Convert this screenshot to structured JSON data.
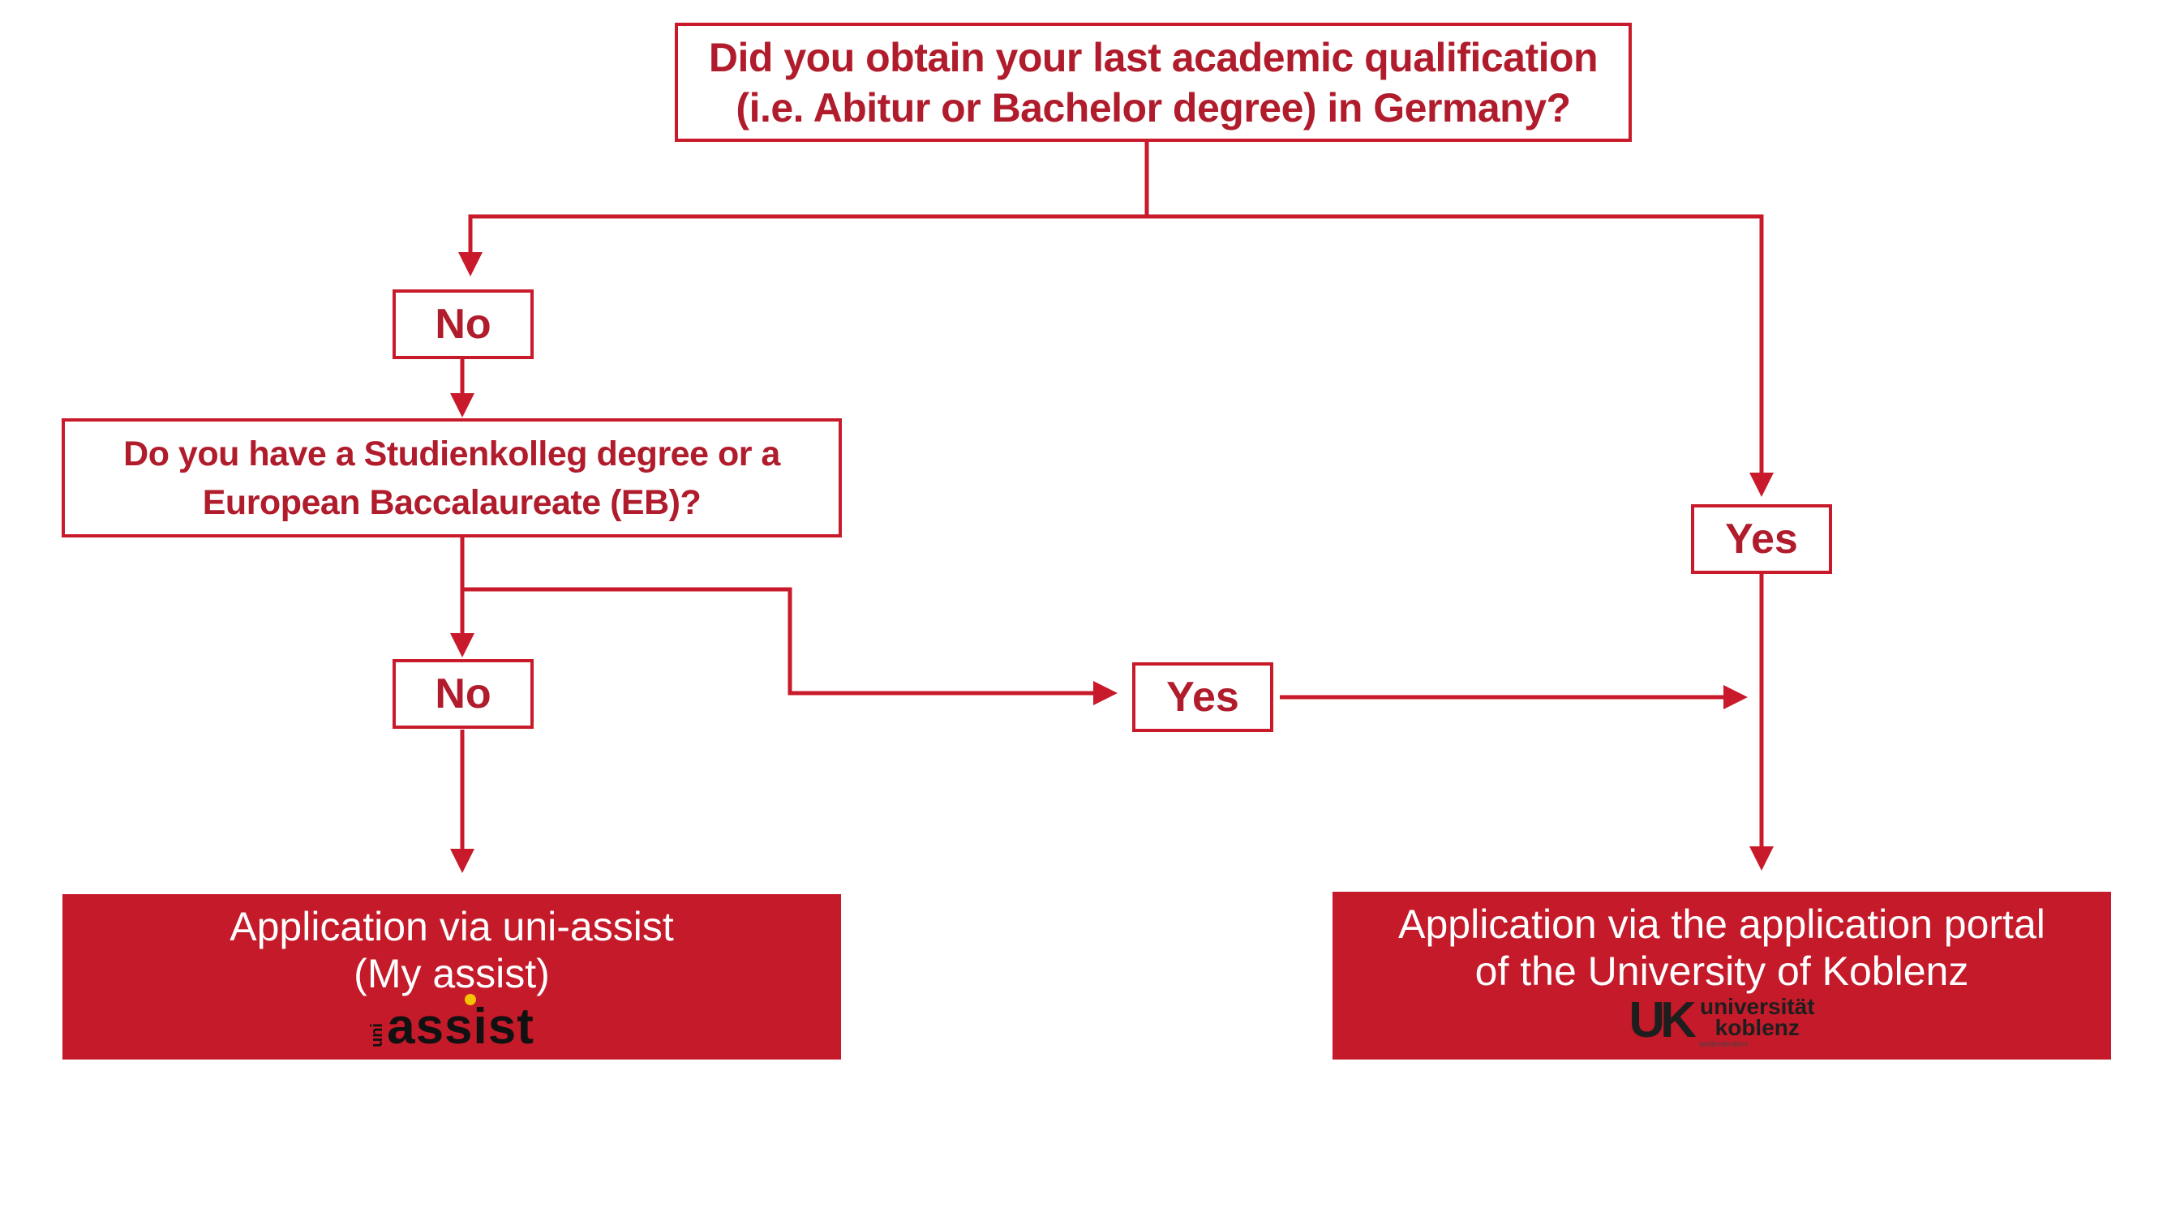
{
  "colors": {
    "accent": "#c81a2b",
    "filled": "#c41a2a",
    "text_on_fill": "#ffffff",
    "logo_dark": "#1e1e1e",
    "logo_dot": "#f4c400"
  },
  "question1": {
    "line1": "Did you obtain your last academic qualification",
    "line2": "(i.e. Abitur or Bachelor degree) in Germany?"
  },
  "label_no_1": "No",
  "label_yes_1": "Yes",
  "question2": {
    "line1": "Do you have a Studienkolleg degree or a",
    "line2": "European Baccalaureate (EB)?"
  },
  "label_no_2": "No",
  "label_yes_2": "Yes",
  "result_uniassist": {
    "line1": "Application via uni-assist",
    "line2": "(My assist)",
    "logo": {
      "prefix": "uni",
      "word": "assist"
    }
  },
  "result_koblenz": {
    "line1": "Application via the application portal",
    "line2": "of the University of Koblenz",
    "logo": {
      "mark": "UK",
      "word1": "universität",
      "word2": "koblenz",
      "tagline": "weiterdenken"
    }
  }
}
